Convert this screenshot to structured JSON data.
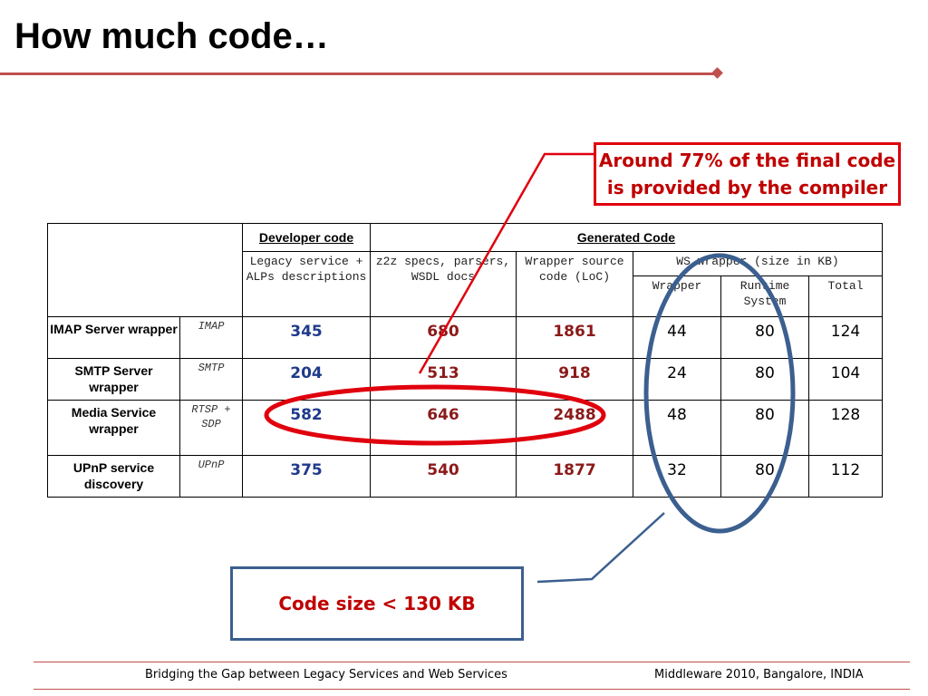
{
  "slide": {
    "title": "How much code…",
    "callout_top_line1": "Around 77% of the final code",
    "callout_top_line2": "is provided by the compiler",
    "callout_bottom": "Code size < 130 KB",
    "footer_left": "Bridging the Gap between Legacy Services and Web Services",
    "footer_right": "Middleware 2010, Bangalore, INDIA",
    "accent_color": "#c0504d",
    "highlight_red": "#e0000d",
    "highlight_blue": "#3b5f8f"
  },
  "table": {
    "header_developer": "Developer code",
    "header_generated": "Generated Code",
    "sub_legacy": "Legacy service + ALPs descriptions",
    "sub_z2z": "z2z specs, parsers, WSDL docs",
    "sub_wrapper_src": "Wrapper source code (LoC)",
    "sub_ws_wrapper": "WS wrapper (size in KB)",
    "sub_wrapper": "Wrapper",
    "sub_runtime": "Runtime System",
    "sub_total": "Total",
    "rows": [
      {
        "name": "IMAP Server wrapper",
        "proto": "IMAP",
        "dev": "345",
        "z2z": "680",
        "src": "1861",
        "wrapper": "44",
        "runtime": "80",
        "total": "124"
      },
      {
        "name": "SMTP Server wrapper",
        "proto": "SMTP",
        "dev": "204",
        "z2z": "513",
        "src": "918",
        "wrapper": "24",
        "runtime": "80",
        "total": "104"
      },
      {
        "name": "Media Service wrapper",
        "proto": "RTSP + SDP",
        "dev": "582",
        "z2z": "646",
        "src": "2488",
        "wrapper": "48",
        "runtime": "80",
        "total": "128"
      },
      {
        "name": "UPnP service discovery",
        "proto": "UPnP",
        "dev": "375",
        "z2z": "540",
        "src": "1877",
        "wrapper": "32",
        "runtime": "80",
        "total": "112"
      }
    ]
  }
}
